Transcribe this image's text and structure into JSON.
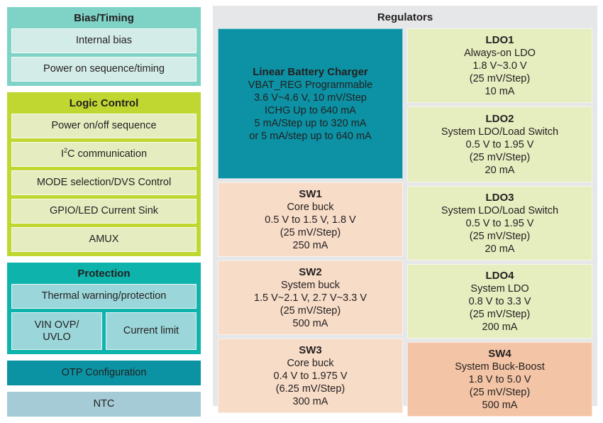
{
  "left_column": {
    "groups": [
      {
        "name": "bias-timing",
        "title": "Bias/Timing",
        "color": "#7ED2C6",
        "item_color": "#D3ECE7",
        "items": [
          {
            "label": "Internal bias"
          },
          {
            "label": "Power on sequence/timing"
          }
        ]
      },
      {
        "name": "logic-control",
        "title": "Logic Control",
        "color": "#BFD730",
        "item_color": "#E5EDC0",
        "items": [
          {
            "label": "Power on/off sequence"
          },
          {
            "label": "I2C communication",
            "html": "I<sup>2</sup>C communication"
          },
          {
            "label": "MODE selection/DVS Control"
          },
          {
            "label": "GPIO/LED Current Sink"
          },
          {
            "label": "AMUX"
          }
        ]
      },
      {
        "name": "protection",
        "title": "Protection",
        "color": "#0EB3AC",
        "item_color": "#9BD7DA",
        "items": [
          {
            "label": "Thermal warning/protection"
          }
        ],
        "split_items": [
          {
            "label": "VIN OVP/ UVLO",
            "line1": "VIN OVP/",
            "line2": "UVLO"
          },
          {
            "label": "Current limit"
          }
        ]
      }
    ],
    "bars": [
      {
        "name": "otp-configuration",
        "label": "OTP Configuration",
        "color": "#0C93A3"
      },
      {
        "name": "ntc",
        "label": "NTC",
        "color": "#A4CBD6"
      }
    ]
  },
  "regulators": {
    "title": "Regulators",
    "panel_color": "#E6E7E8",
    "charger": {
      "title": "Linear Battery Charger",
      "color": "#0C92A4",
      "lines": [
        "VBAT_REG Programmable",
        "3.6 V~4.6 V, 10 mV/Step",
        "ICHG Up to 640 mA",
        "5 mA/Step up to 320 mA",
        "or 5 mA/step up to 640 mA"
      ]
    },
    "left_blocks": [
      {
        "title": "SW1",
        "color": "#F7DCC7",
        "lines": [
          "Core buck",
          "0.5 V to 1.5 V, 1.8 V",
          "(25 mV/Step)",
          "250 mA"
        ]
      },
      {
        "title": "SW2",
        "color": "#F7DCC7",
        "lines": [
          "System buck",
          "1.5 V~2.1 V, 2.7 V~3.3 V",
          "(25 mV/Step)",
          "500 mA"
        ]
      },
      {
        "title": "SW3",
        "color": "#F7DCC7",
        "lines": [
          "Core buck",
          "0.4 V to 1.975 V",
          "(6.25 mV/Step)",
          "300 mA"
        ]
      }
    ],
    "right_blocks": [
      {
        "title": "LDO1",
        "color": "#E6EDBF",
        "lines": [
          "Always-on LDO",
          "1.8 V~3.0 V",
          "(25 mV/Step)",
          "10 mA"
        ]
      },
      {
        "title": "LDO2",
        "color": "#E6EDBF",
        "lines": [
          "System LDO/Load Switch",
          "0.5 V to 1.95 V",
          "(25 mV/Step)",
          "20 mA"
        ]
      },
      {
        "title": "LDO3",
        "color": "#E6EDBF",
        "lines": [
          "System LDO/Load Switch",
          "0.5 V to 1.95 V",
          "(25 mV/Step)",
          "20 mA"
        ]
      },
      {
        "title": "LDO4",
        "color": "#E6EDBF",
        "lines": [
          "System LDO",
          "0.8 V to 3.3 V",
          "(25 mV/Step)",
          "200 mA"
        ]
      },
      {
        "title": "SW4",
        "color": "#F3C4A5",
        "lines": [
          "System Buck-Boost",
          "1.8 V to 5.0 V",
          "(25 mV/Step)",
          "500 mA"
        ]
      }
    ]
  }
}
